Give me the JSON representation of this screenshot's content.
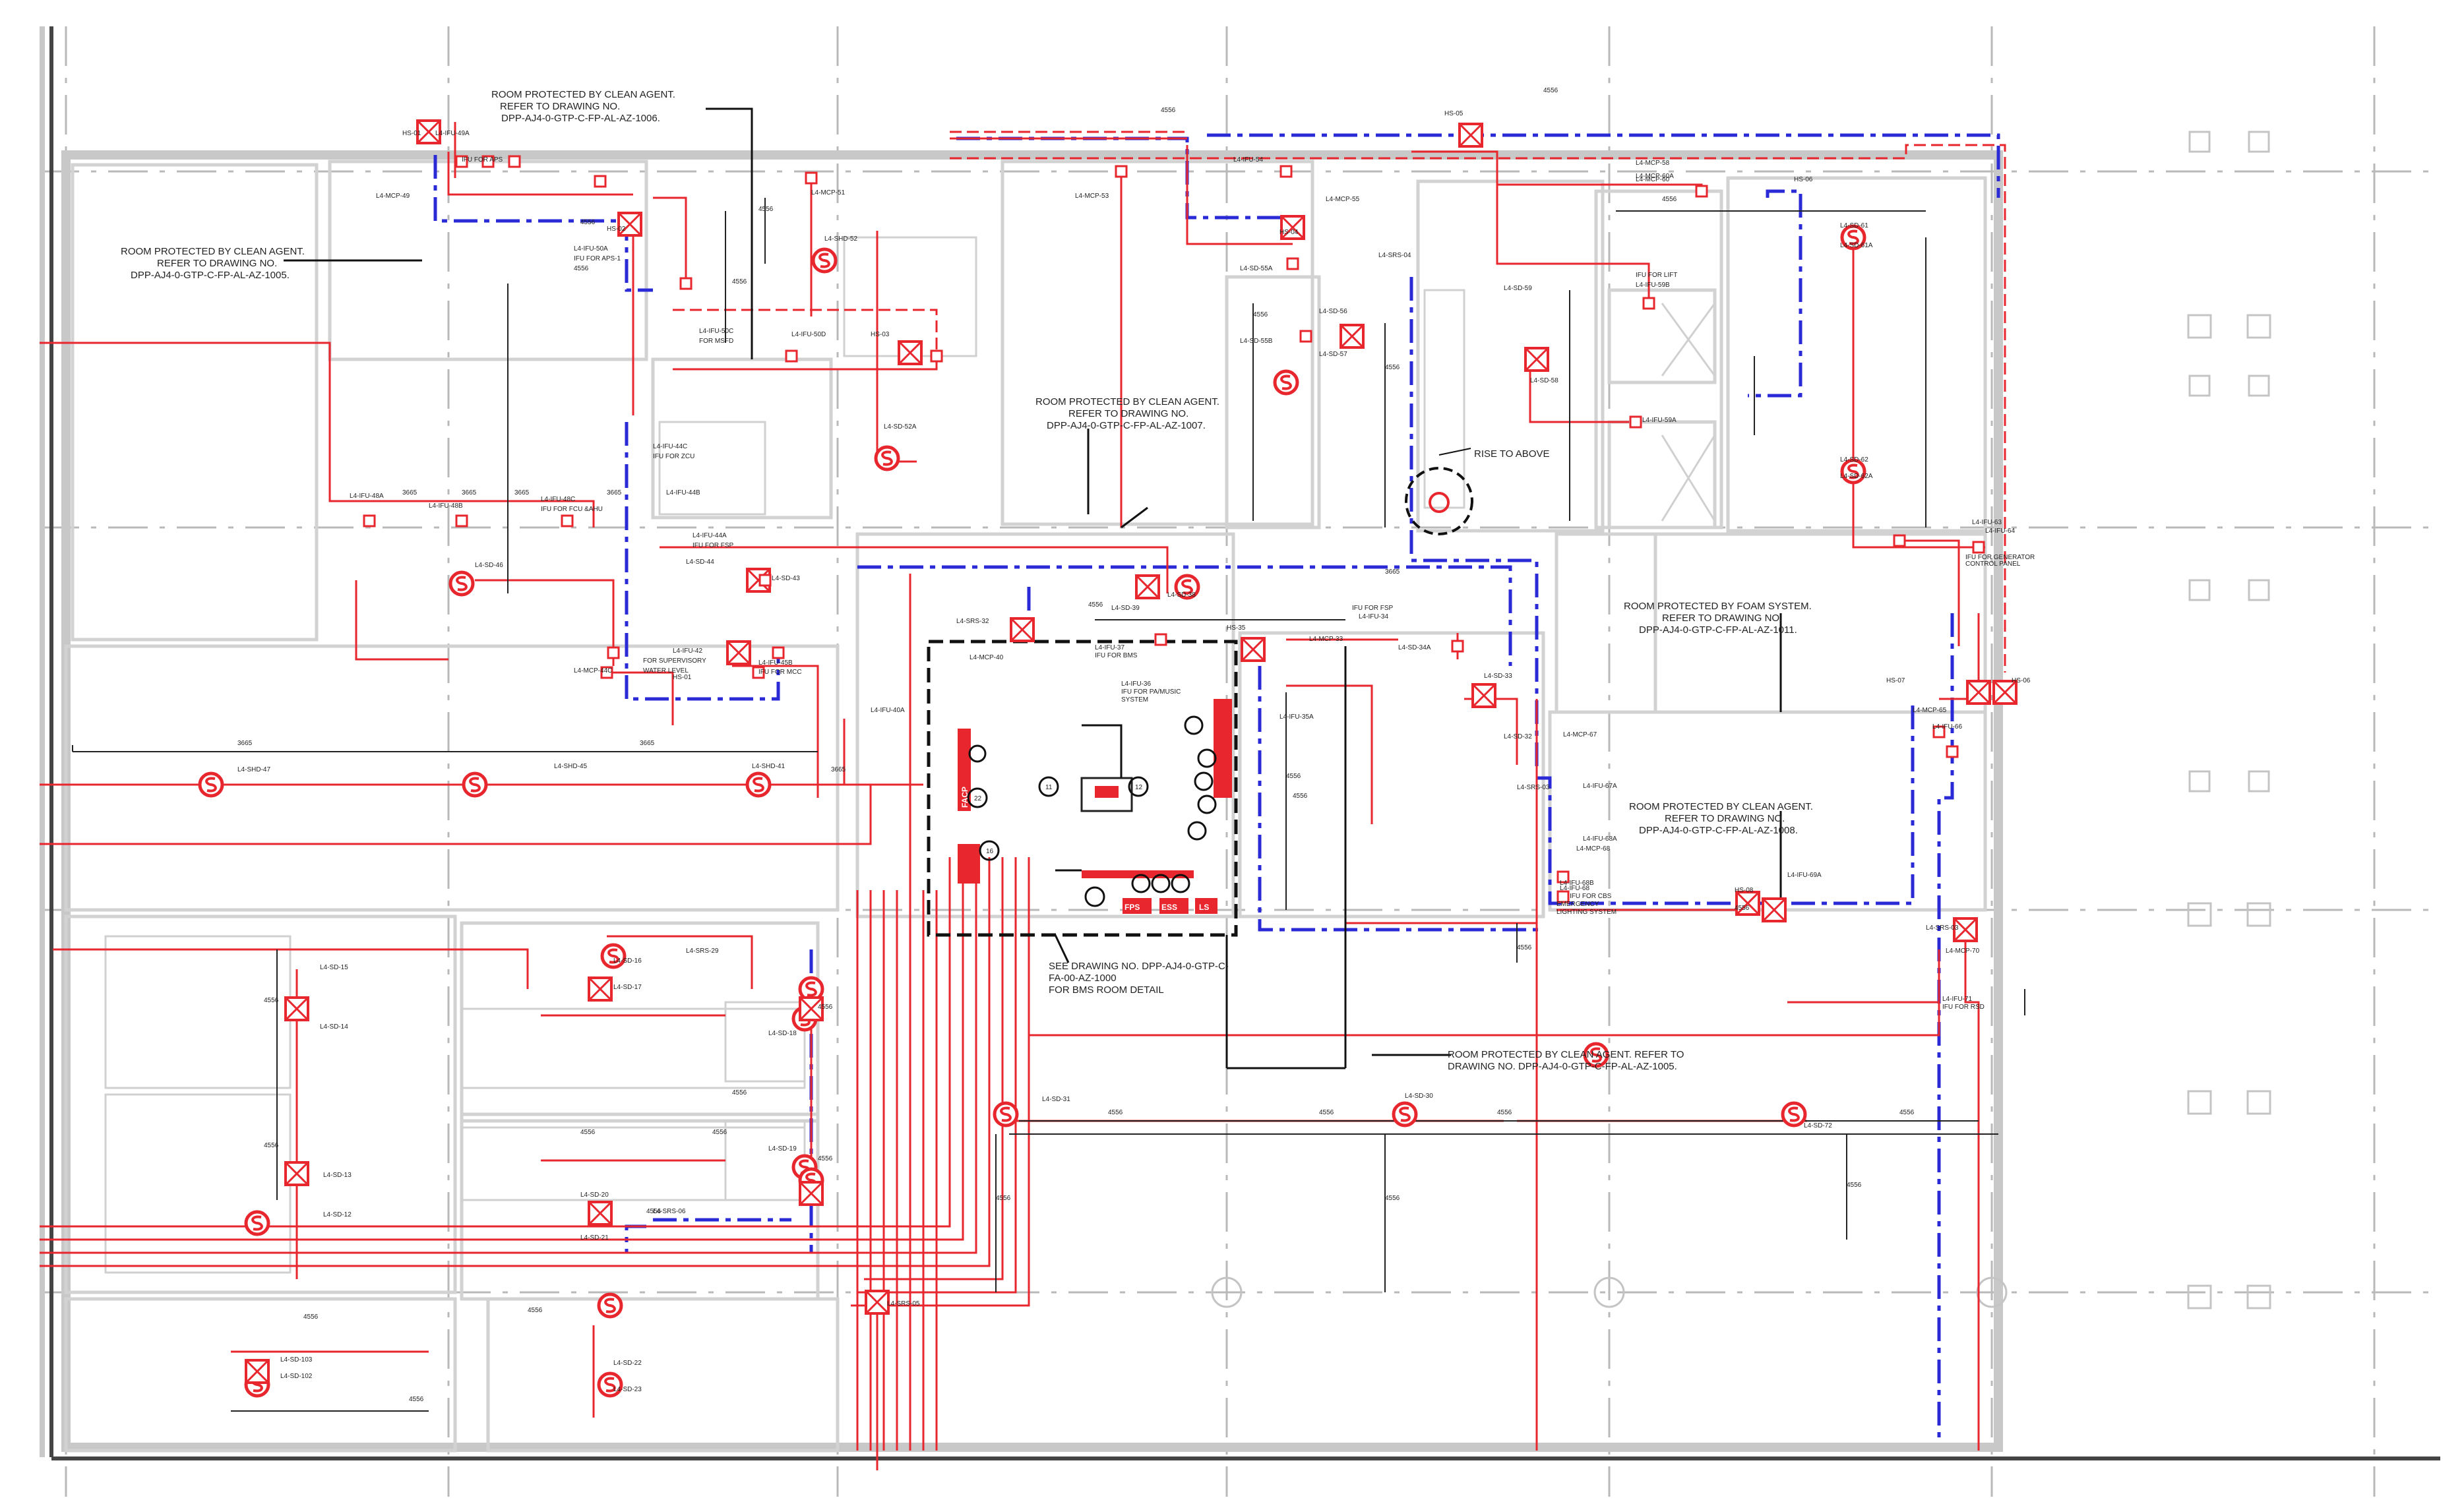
{
  "notes": {
    "clean_agent_1006": [
      "ROOM PROTECTED BY CLEAN AGENT.",
      "REFER TO DRAWING NO.",
      "DPP-AJ4-0-GTP-C-FP-AL-AZ-1006."
    ],
    "clean_agent_1005_left": [
      "ROOM PROTECTED BY CLEAN AGENT.",
      "REFER TO DRAWING NO.",
      "DPP-AJ4-0-GTP-C-FP-AL-AZ-1005."
    ],
    "clean_agent_1007": [
      "ROOM PROTECTED BY CLEAN AGENT.",
      "REFER TO DRAWING NO.",
      "DPP-AJ4-0-GTP-C-FP-AL-AZ-1007."
    ],
    "rise_to_above": "RISE TO ABOVE",
    "foam_system_1011": [
      "ROOM PROTECTED BY FOAM SYSTEM.",
      "REFER TO DRAWING NO.",
      "DPP-AJ4-0-GTP-C-FP-AL-AZ-1011."
    ],
    "clean_agent_1008": [
      "ROOM PROTECTED BY CLEAN AGENT.",
      "REFER TO DRAWING NO.",
      "DPP-AJ4-0-GTP-C-FP-AL-AZ-1008."
    ],
    "bms_detail": [
      "SEE DRAWING NO. DPP-AJ4-0-GTP-C-",
      "FA-00-AZ-1000",
      "FOR BMS ROOM DETAIL"
    ],
    "clean_agent_1005_bottom": [
      "ROOM PROTECTED BY CLEAN AGENT. REFER TO",
      "DRAWING NO. DPP-AJ4-0-GTP-C-FP-AL-AZ-1005."
    ]
  },
  "panel_labels": [
    "FACP",
    "FPS",
    "ESS",
    "LS"
  ],
  "bms_callouts": [
    "11",
    "12",
    "22",
    "16"
  ],
  "tags": [
    {
      "text": "HS-01"
    },
    {
      "text": "L4-IFU-49A"
    },
    {
      "text": "IFU FOR APS"
    },
    {
      "text": "L4-MCP-49"
    },
    {
      "text": "HS-02"
    },
    {
      "text": "L4-IFU-50A"
    },
    {
      "text": "IFU FOR APS-1"
    },
    {
      "text": "L4-MCP-51"
    },
    {
      "text": "L4-SHD-52"
    },
    {
      "text": "HS-03"
    },
    {
      "text": "L4-IFU-50C"
    },
    {
      "text": "FOR MSFD"
    },
    {
      "text": "L4-IFU-50D"
    },
    {
      "text": "L4-SD-52A"
    },
    {
      "text": "L4-MCP-53"
    },
    {
      "text": "L4-IFU-54"
    },
    {
      "text": "HS-04"
    },
    {
      "text": "L4-MCP-55"
    },
    {
      "text": "L4-SD-55A"
    },
    {
      "text": "L4-SD-55B"
    },
    {
      "text": "L4-SD-56"
    },
    {
      "text": "L4-SD-57"
    },
    {
      "text": "HS-05"
    },
    {
      "text": "L4-MCP-58"
    },
    {
      "text": "L4-SRS-04"
    },
    {
      "text": "L4-SD-59"
    },
    {
      "text": "L4-SD-58"
    },
    {
      "text": "IFU FOR LIFT"
    },
    {
      "text": "L4-IFU-59B"
    },
    {
      "text": "L4-IFU-59A"
    },
    {
      "text": "L4-MCP-60"
    },
    {
      "text": "L4-MCP-60A"
    },
    {
      "text": "HS-06"
    },
    {
      "text": "L4-SD-61"
    },
    {
      "text": "L4-SD-61A"
    },
    {
      "text": "L4-SD-62"
    },
    {
      "text": "L4-SD-62A"
    },
    {
      "text": "L4-IFU-48A"
    },
    {
      "text": "L4-IFU-48B"
    },
    {
      "text": "L4-IFU-48C"
    },
    {
      "text": "IFU FOR FCU &AHU"
    },
    {
      "text": "L4-IFU-44C"
    },
    {
      "text": "IFU FOR ZCU"
    },
    {
      "text": "L4-IFU-44B"
    },
    {
      "text": "L4-IFU-44A"
    },
    {
      "text": "IFU FOR FSP"
    },
    {
      "text": "L4-SD-46"
    },
    {
      "text": "L4-SD-44"
    },
    {
      "text": "L4-SD-43"
    },
    {
      "text": "L4-MCP-44C"
    },
    {
      "text": "L4-IFU-42"
    },
    {
      "text": "FOR SUPERVISORY"
    },
    {
      "text": "WATER LEVEL"
    },
    {
      "text": "HS-01"
    },
    {
      "text": "L4-IFU-45B"
    },
    {
      "text": "IFU FOR MCC"
    },
    {
      "text": "L4-IFU-40A"
    },
    {
      "text": "L4-SHD-47"
    },
    {
      "text": "L4-SHD-45"
    },
    {
      "text": "L4-SHD-41"
    },
    {
      "text": "L4-SRS-32"
    },
    {
      "text": "L4-MCP-40"
    },
    {
      "text": "L4-SD-39"
    },
    {
      "text": "L4-SD-38"
    },
    {
      "text": "L4-IFU-37"
    },
    {
      "text": "IFU FOR BMS"
    },
    {
      "text": "L4-IFU-36"
    },
    {
      "text": "IFU FOR PA/MUSIC"
    },
    {
      "text": "SYSTEM"
    },
    {
      "text": "IFU FOR FSP"
    },
    {
      "text": "L4-IFU-34"
    },
    {
      "text": "HS-35"
    },
    {
      "text": "L4-MCP-33"
    },
    {
      "text": "L4-SD-34A"
    },
    {
      "text": "L4-IFU-35A"
    },
    {
      "text": "L4-SD-32"
    },
    {
      "text": "L4-SD-33"
    },
    {
      "text": "L4-MCP-67"
    },
    {
      "text": "L4-IFU-67A"
    },
    {
      "text": "L4-SRS-03"
    },
    {
      "text": "L4-IFU-68A"
    },
    {
      "text": "L4-MCP-68"
    },
    {
      "text": "L4-IFU-68B"
    },
    {
      "text": "L4-IFU-69A"
    },
    {
      "text": "L4-IFU-68"
    },
    {
      "text": "IFU FOR CBS"
    },
    {
      "text": "EMERGENCY"
    },
    {
      "text": "LIGHTING SYSTEM"
    },
    {
      "text": "HS-08"
    },
    {
      "text": "L4-IFU-63"
    },
    {
      "text": "IFU FOR GENERATOR"
    },
    {
      "text": "CONTROL PANEL"
    },
    {
      "text": "L4-IFU-64"
    },
    {
      "text": "HS-07"
    },
    {
      "text": "L4-MCP-65"
    },
    {
      "text": "L4-IFU-66"
    },
    {
      "text": "HS-06"
    },
    {
      "text": "L4-SRS-03"
    },
    {
      "text": "L4-MCP-70"
    },
    {
      "text": "L4-IFU-71"
    },
    {
      "text": "IFU FOR RSD"
    },
    {
      "text": "L4-SD-31"
    },
    {
      "text": "L4-SD-30"
    },
    {
      "text": "L4-SD-72"
    },
    {
      "text": "L4-SD-15"
    },
    {
      "text": "L4-SD-14"
    },
    {
      "text": "L4-SD-16"
    },
    {
      "text": "L4-SRS-29"
    },
    {
      "text": "L4-SD-17"
    },
    {
      "text": "L4-SD-18"
    },
    {
      "text": "L4-SD-13"
    },
    {
      "text": "L4-SD-12"
    },
    {
      "text": "L4-SD-19"
    },
    {
      "text": "L4-SD-20"
    },
    {
      "text": "L4-SRS-06"
    },
    {
      "text": "L4-SD-21"
    },
    {
      "text": "L4-SRS-05"
    },
    {
      "text": "L4-SD-103"
    },
    {
      "text": "L4-SD-102"
    },
    {
      "text": "L4-SD-22"
    },
    {
      "text": "L4-SD-23"
    }
  ],
  "dims": [
    "3665",
    "3665",
    "3665",
    "3665",
    "3665",
    "3665",
    "3665",
    "3665",
    "4556",
    "4556",
    "4556",
    "4556",
    "4556",
    "4556",
    "4556",
    "4556",
    "4556",
    "4556",
    "4556",
    "4556",
    "4556",
    "4556",
    "4556",
    "4556",
    "4556",
    "4556",
    "4556",
    "4556",
    "4556",
    "4556",
    "4556",
    "4556",
    "4556",
    "4556",
    "4556",
    "4556",
    "4556",
    "4556",
    "4556",
    "4556"
  ],
  "colors": {
    "fire_alarm": "#e8262d",
    "loop": "#2a2ad6",
    "architecture": "#c8c8c8",
    "bms": "#111111"
  }
}
